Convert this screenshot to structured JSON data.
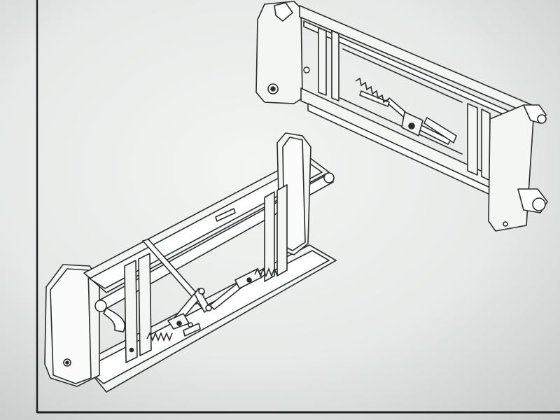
{
  "document": {
    "colors": {
      "paper_light": "#f3f5f3",
      "paper_mid": "#e4e7e5",
      "paper_dark": "#b9bebc",
      "ink": "#2a2c2d",
      "frame": "#1e1f20"
    }
  },
  "figure": {
    "parts": [
      {
        "name": "attachment-frame-rear-view",
        "components": [
          "side-plate",
          "top-tube",
          "cross-beams",
          "locking-lever-linkage",
          "coil-spring",
          "lower-hooks"
        ]
      },
      {
        "name": "attachment-frame-front-view",
        "components": [
          "side-plate",
          "top-tube",
          "cross-beams",
          "locking-lever-linkage",
          "coil-spring",
          "base-channel"
        ]
      }
    ]
  }
}
